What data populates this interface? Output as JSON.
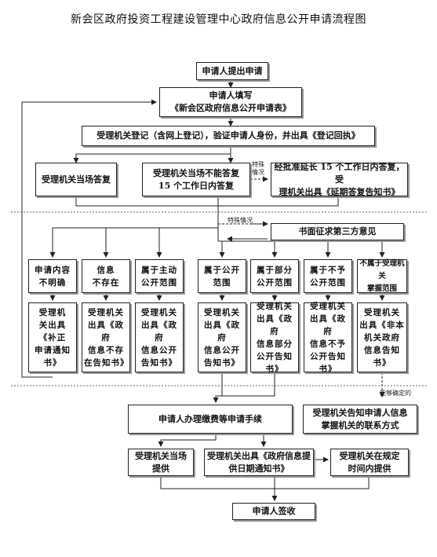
{
  "title": "新会区政府投资工程建设管理中心政府信息公开申请流程图",
  "steps": {
    "apply": "申请人提出申请",
    "fill_form": "申请人填写\n《新会区政府信息公开申请表》",
    "register": "受理机关登记（含网上登记），验证申请人身份，并出具《登记回执》",
    "reply_on_spot": "受理机关当场答复",
    "reply_15_days": "受理机关当场不能答复\n15 个工作日内答复",
    "extension": "经批准延长 15 个工作日内答复，受\n理机关出具《延期答复告知书》",
    "third_party": "书面征求第三方意见"
  },
  "categories": [
    {
      "label": "申请内容\n不明确",
      "result": "受理机\n关出具《补正\n申请通知\n书》"
    },
    {
      "label": "信息\n不存在",
      "result": "受理机关\n出具《政府\n信息不存\n在告知书》"
    },
    {
      "label": "属于主动\n公开范围",
      "result": "受理机关\n出具《政府\n信息公开\n告知书》"
    },
    {
      "label": "属于公开\n范围",
      "result": "受理机关\n出具《政府\n信息公开\n告知书》"
    },
    {
      "label": "属于部分\n公开范围",
      "result": "受理机关\n出具《政府\n信息部分\n公开告知\n书》"
    },
    {
      "label": "属于不予\n公开范围",
      "result": "受理机关\n出具《政府\n信息不予\n公开告知\n书》"
    },
    {
      "label": "不属于受理机关\n掌握范围",
      "result": "受理机关\n出具《非本\n机关政府\n信息告知\n书》"
    }
  ],
  "final": {
    "fee_procedure": "申请人办理缴费等申请手续",
    "inform_other_agency": "受理机关告知申请人信息\n掌握机关的联系方式",
    "provide_on_spot": "受理机关当场\n提供",
    "date_notice": "受理机关出具《政府信息提\n供日期通知书》",
    "provide_in_time": "受理机关在规定\n时间内提供",
    "sign": "申请人签收"
  },
  "notes": {
    "special_1": "特殊\n情况",
    "special_2": "特殊情况",
    "can_determine": "能够确定的"
  }
}
